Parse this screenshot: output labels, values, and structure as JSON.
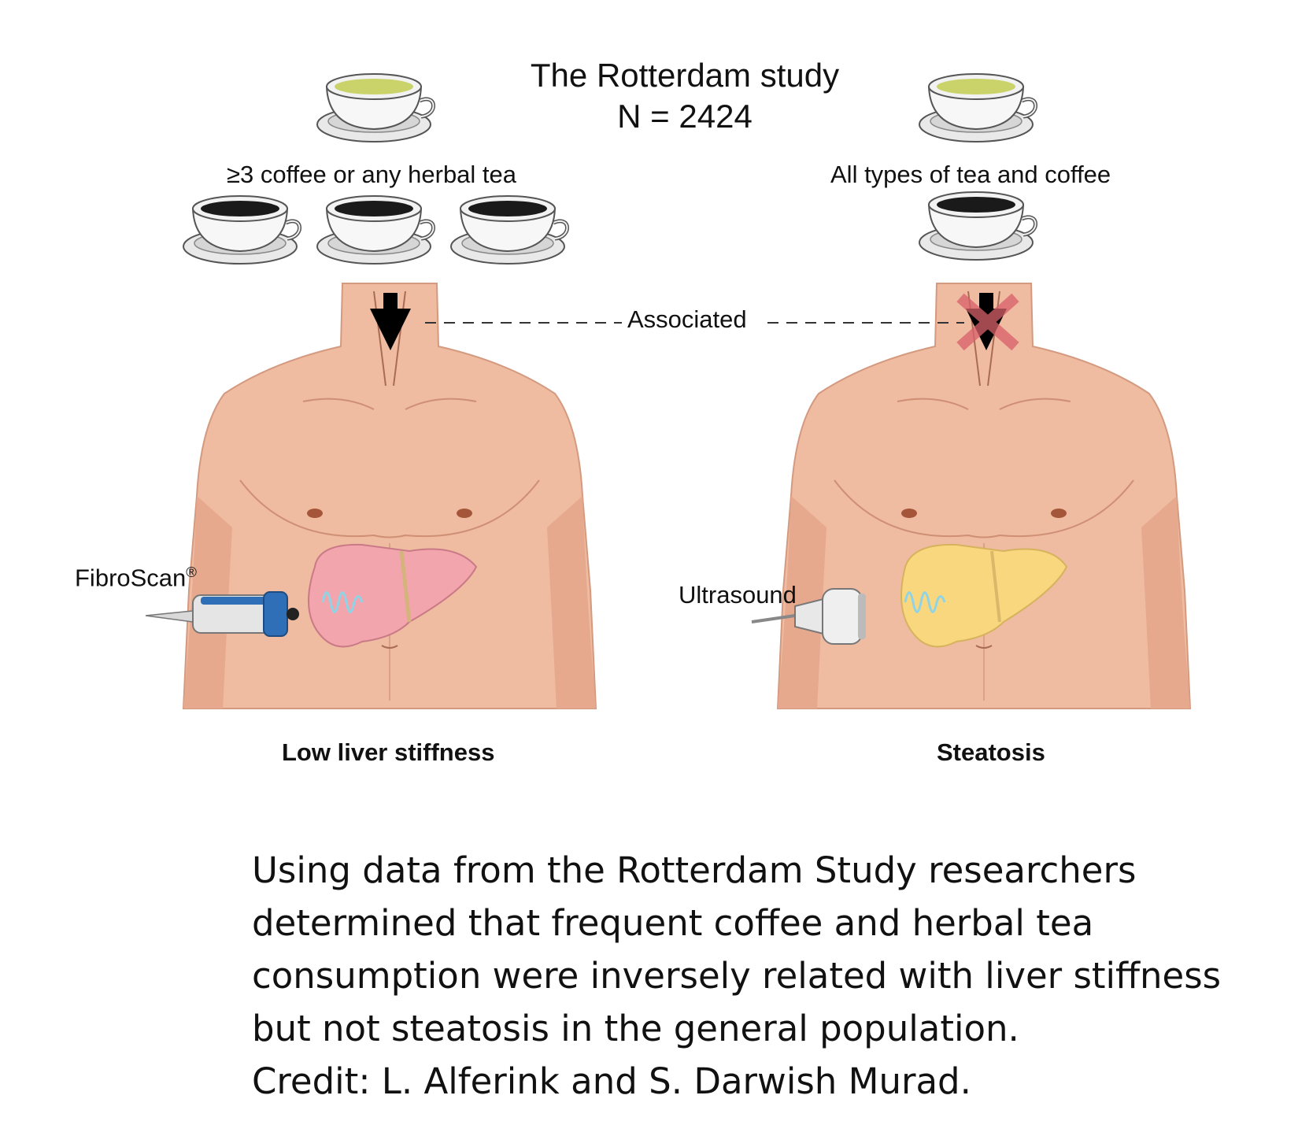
{
  "title": {
    "line1": "The Rotterdam study",
    "line2": "N = 2424"
  },
  "left_group": {
    "label": "≥3 coffee or any herbal tea",
    "outcome": "Low liver stiffness",
    "device": "FibroScan",
    "device_mark": "®"
  },
  "right_group": {
    "label": "All types of tea and coffee",
    "outcome": "Steatosis",
    "device": "Ultrasound"
  },
  "link_label": "Associated",
  "colors": {
    "skin": "#efbba1",
    "skin_shadow": "#e0a48a",
    "healthy_liver": "#f3a5ad",
    "fatty_liver": "#f9d77f",
    "tea": "#c9d36a",
    "coffee": "#1a1a1a",
    "cross": "#d9606a"
  },
  "caption": {
    "lines": [
      "Using data from the Rotterdam Study researchers",
      "determined that frequent coffee and herbal tea",
      "consumption were inversely related with liver stiffness",
      "but not steatosis in the general population.",
      "Credit: L. Alferink and S. Darwish Murad."
    ]
  }
}
